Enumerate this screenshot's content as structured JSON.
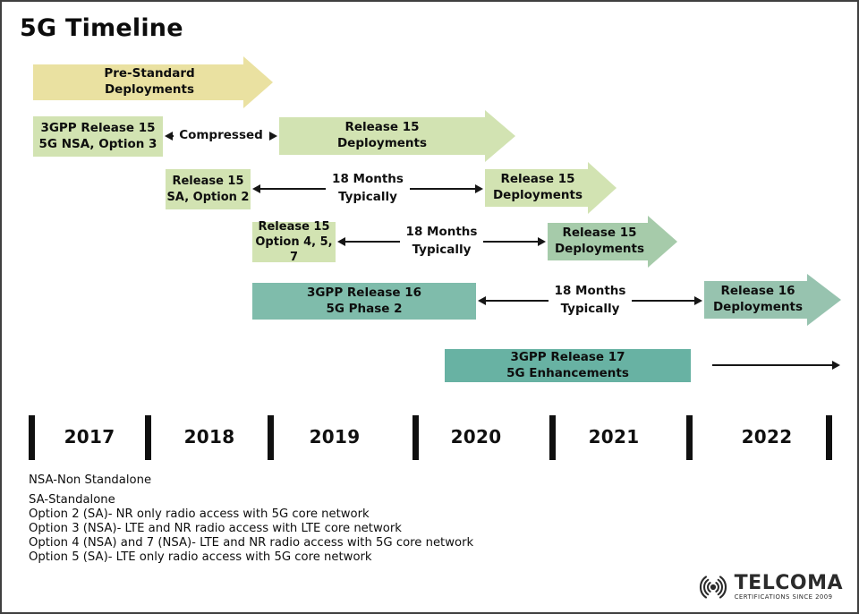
{
  "title": "5G Timeline",
  "rows": {
    "pre_standard": {
      "label": "Pre-Standard\nDeployments"
    },
    "r15_nsa": {
      "box": "3GPP Release 15\n5G NSA, Option 3",
      "connector": "Compressed",
      "arrow": "Release 15\nDeployments"
    },
    "r15_sa": {
      "box": "Release 15\nSA, Option 2",
      "connector": "18 Months\nTypically",
      "arrow": "Release 15\nDeployments"
    },
    "r15_opt457": {
      "box": "Release 15\nOption 4, 5, 7",
      "connector": "18 Months\nTypically",
      "arrow": "Release 15\nDeployments"
    },
    "r16": {
      "box": "3GPP Release 16\n5G Phase 2",
      "connector": "18 Months\nTypically",
      "arrow": "Release 16\nDeployments"
    },
    "r17": {
      "box": "3GPP Release 17\n5G Enhancements"
    }
  },
  "timeline": {
    "years": [
      "2017",
      "2018",
      "2019",
      "2020",
      "2021",
      "2022"
    ]
  },
  "legend": {
    "lines": [
      "NSA-Non Standalone",
      "SA-Standalone",
      "Option 2 (SA)- NR only radio access with 5G core network",
      "Option 3 (NSA)- LTE and NR radio access with LTE core network",
      "Option 4 (NSA) and 7 (NSA)- LTE and NR radio access with 5G core network",
      "Option 5 (SA)- LTE only radio access with 5G core network"
    ]
  },
  "logo": {
    "name": "TELCOMA",
    "tagline": "CERTIFICATIONS SINCE 2009"
  },
  "colors": {
    "pre_standard": "#eae1a1",
    "release15_light_green": "#d2e3b2",
    "release15_medium_green": "#a6cbaa",
    "release16_teal": "#7fbcab",
    "release16_deploy_sage": "#97c3af",
    "release17_teal": "#68b2a3",
    "text": "#111111"
  }
}
